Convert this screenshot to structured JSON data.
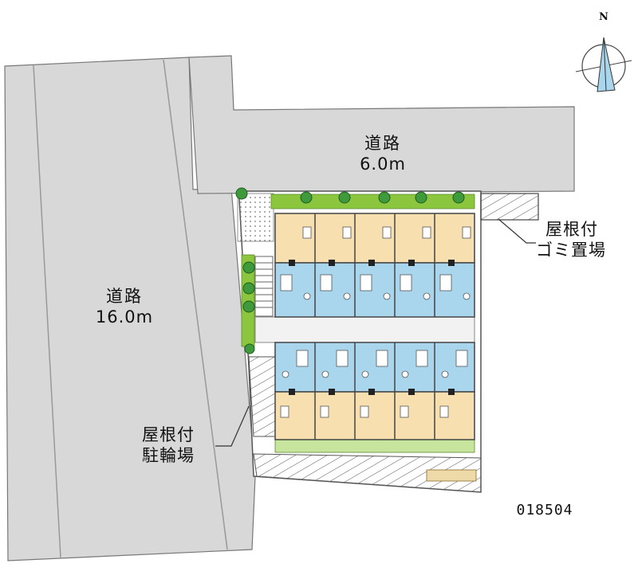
{
  "roads": [
    {
      "name": "道路",
      "width": "6.0m"
    },
    {
      "name": "道路",
      "width": "16.0m"
    }
  ],
  "callouts": {
    "garbage": [
      "屋根付",
      "ゴミ置場"
    ],
    "bicycle": [
      "屋根付",
      "駐輪場"
    ]
  },
  "compass": {
    "north_label": "N"
  },
  "property_code": "018504",
  "colors": {
    "road": "#d8d8d8",
    "unit_interior": "#f7dfb0",
    "bathroom": "#a9d6ec",
    "planting": "#8cc63e",
    "tree": "#3f9a3c",
    "walkway": "#e6e6e6"
  }
}
